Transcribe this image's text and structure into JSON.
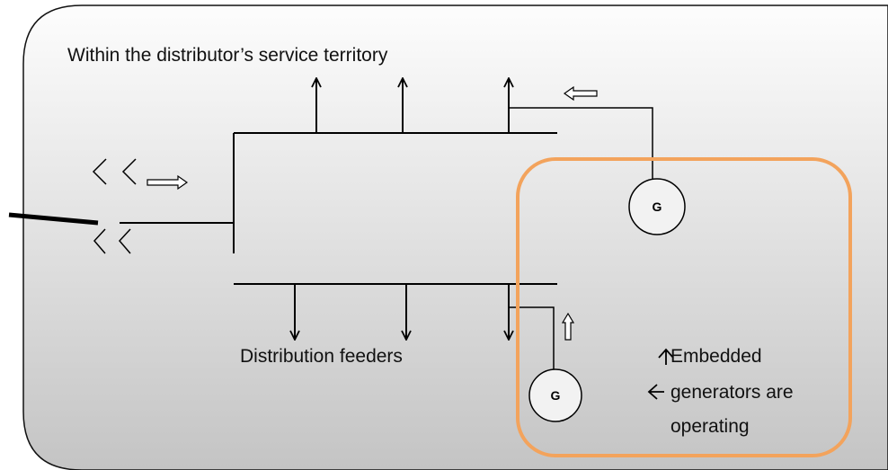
{
  "territory": {
    "label": "Within the distributor’s service territory"
  },
  "feeders": {
    "label": "Distribution feeders"
  },
  "generators": [
    {
      "label": "G"
    },
    {
      "label": "G"
    }
  ],
  "embedded_note": {
    "line1": "Embedded",
    "line2": "generators are",
    "line3": "operating"
  },
  "colors": {
    "territory_border": "#111111",
    "territory_fill_light": "#fdfdfd",
    "territory_fill_dark": "#c4c4c4",
    "embedded_zone_border": "#f3a35c",
    "line": "#000000"
  }
}
